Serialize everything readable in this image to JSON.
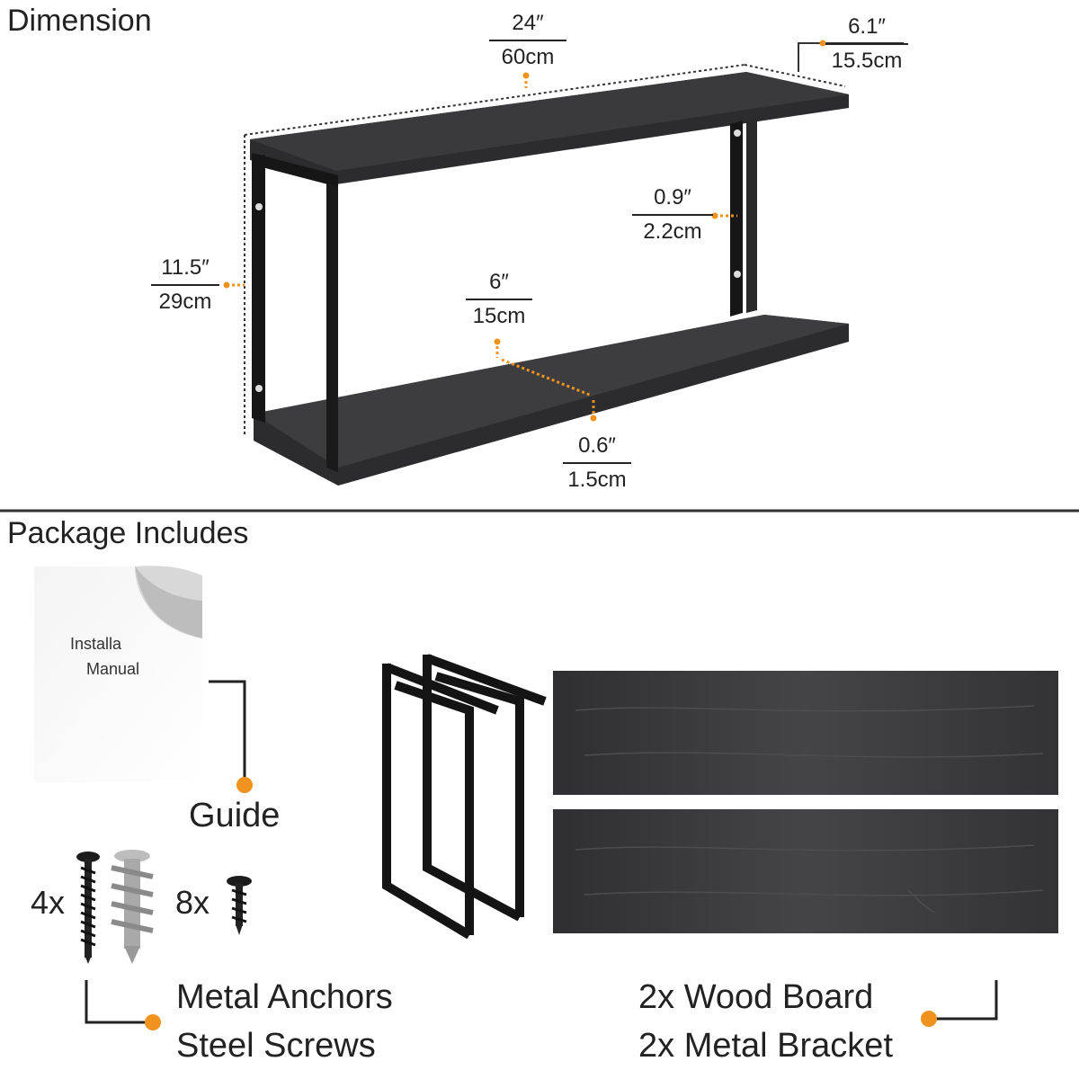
{
  "sections": {
    "dimension_title": "Dimension",
    "package_title": "Package Includes"
  },
  "dimensions": {
    "width": {
      "imperial": "24″",
      "metric": "60cm"
    },
    "depth": {
      "imperial": "6.1″",
      "metric": "15.5cm"
    },
    "height": {
      "imperial": "11.5″",
      "metric": "29cm"
    },
    "bracket_gap": {
      "imperial": "0.9″",
      "metric": "2.2cm"
    },
    "shelf_depth": {
      "imperial": "6″",
      "metric": "15cm"
    },
    "board_thickness": {
      "imperial": "0.6″",
      "metric": "1.5cm"
    }
  },
  "package": {
    "manual_text_line1": "Installa",
    "manual_text_line2": "Manual",
    "guide_label": "Guide",
    "anchor_qty": "4x",
    "screw_qty": "8x",
    "hardware_label_line1": "Metal Anchors",
    "hardware_label_line2": "Steel Screws",
    "parts_label_line1": "2x Wood Board",
    "parts_label_line2": "2x Metal Bracket"
  },
  "colors": {
    "accent_dot": "#f0921e",
    "wood": "#3a3a3c",
    "metal": "#1e1e1e"
  }
}
